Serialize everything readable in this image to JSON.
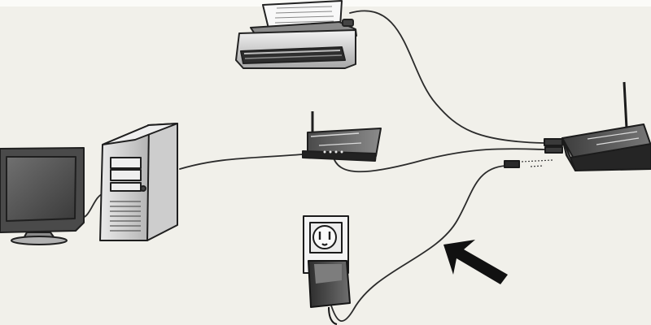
{
  "diagram": {
    "devices": [
      {
        "name": "printer-icon",
        "kind": "printer"
      },
      {
        "name": "desktop-computer-icon",
        "kind": "computer"
      },
      {
        "name": "network-adapter-icon",
        "kind": "adapter"
      },
      {
        "name": "wireless-router-icon",
        "kind": "router"
      },
      {
        "name": "power-outlet-icon",
        "kind": "outlet"
      },
      {
        "name": "power-adapter-icon",
        "kind": "ac-adapter"
      },
      {
        "name": "arrow-icon",
        "kind": "pointer"
      }
    ],
    "colors": {
      "background": "#f1f0ea",
      "line": "#2b2b2b",
      "device_dark": "#303030",
      "device_light": "#d7d7d7",
      "arrow": "#111111"
    }
  }
}
